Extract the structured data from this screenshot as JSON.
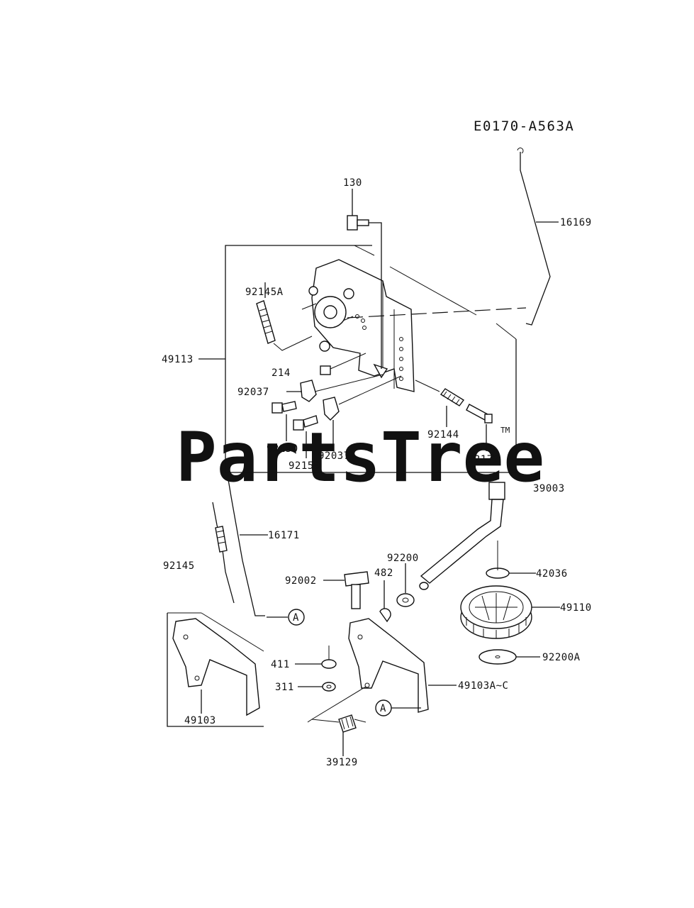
{
  "diagram_code": "E0170-A563A",
  "watermark": "PartsTree",
  "trademark": "TM",
  "callout_letter": "A",
  "labels": {
    "p130": "130",
    "p16169": "16169",
    "p92145A": "92145A",
    "p49113": "49113",
    "p214": "214",
    "p92037a": "92037",
    "p92037b": "92037",
    "p92150a": "92150",
    "p92150b": "92150",
    "p92144": "92144",
    "p92172": "92172",
    "p39003": "39003",
    "p16171": "16171",
    "p92145": "92145",
    "p92200": "92200",
    "p482": "482",
    "p92002": "92002",
    "p42036": "42036",
    "p49110": "49110",
    "p92200A": "92200A",
    "p411": "411",
    "p311": "311",
    "p49103AC": "49103A~C",
    "p49103": "49103",
    "p39129": "39129"
  }
}
